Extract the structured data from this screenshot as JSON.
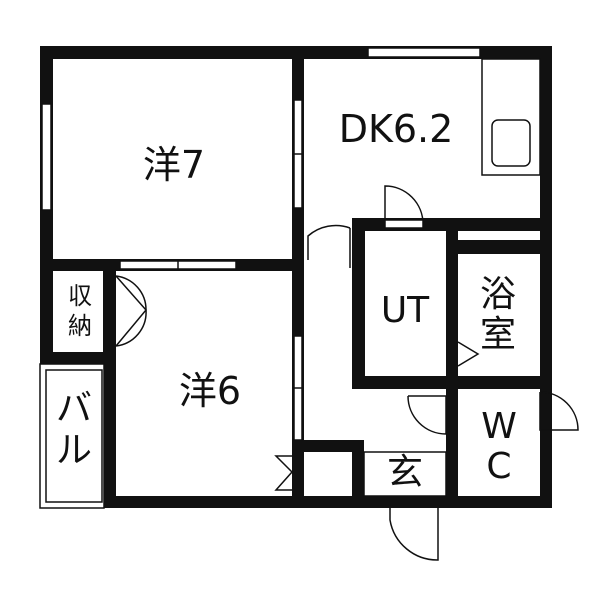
{
  "plan": {
    "rooms": {
      "western_7": "洋7",
      "dk": "DK6.2",
      "western_6": "洋6",
      "utility": "UT",
      "bath_line1": "浴",
      "bath_line2": "室",
      "wc_line1": "W",
      "wc_line2": "C",
      "entrance": "玄",
      "storage_line1": "収",
      "storage_line2": "納",
      "balcony_line1": "バ",
      "balcony_line2": "ル"
    },
    "colors": {
      "wall": "#111111",
      "background": "#ffffff"
    }
  }
}
